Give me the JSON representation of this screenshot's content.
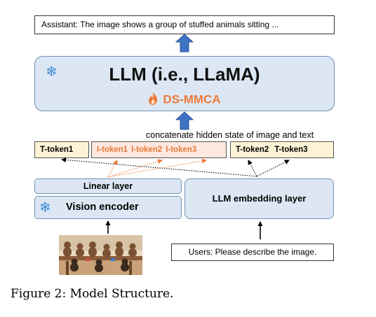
{
  "diagram": {
    "output_text": "Assistant: The image shows a group of stuffed animals sitting ...",
    "llm": {
      "title": "LLM (i.e., LLaMA)",
      "module": "DS-MMCA",
      "frozen_icon": "snowflake-icon",
      "trainable_icon": "flame-icon"
    },
    "concat_label": "concatenate hidden state of image and text",
    "tokens": {
      "text_first": "T-token1",
      "image": [
        "I-token1",
        "I-token2",
        "I-token3"
      ],
      "text_rest": [
        "T-token2",
        "T-token3"
      ]
    },
    "linear_layer": "Linear layer",
    "vision_encoder": "Vision encoder",
    "embedding_layer": "LLM embedding layer",
    "user_input": "Users: Please describe the image.",
    "input_image_subject": "stuffed-animals-photo",
    "caption": "Figure 2:  Model Structure.",
    "colors": {
      "module_fill": "#dce7f3",
      "module_border": "#7191b8",
      "text_token_fill": "#fff3d6",
      "image_token_fill": "#fde8e0",
      "image_token_text": "#e77b3a",
      "arrow_blue": "#3f73c4",
      "frozen_icon": "#3f8ad8",
      "trainable_icon": "#ee7a3a"
    }
  }
}
